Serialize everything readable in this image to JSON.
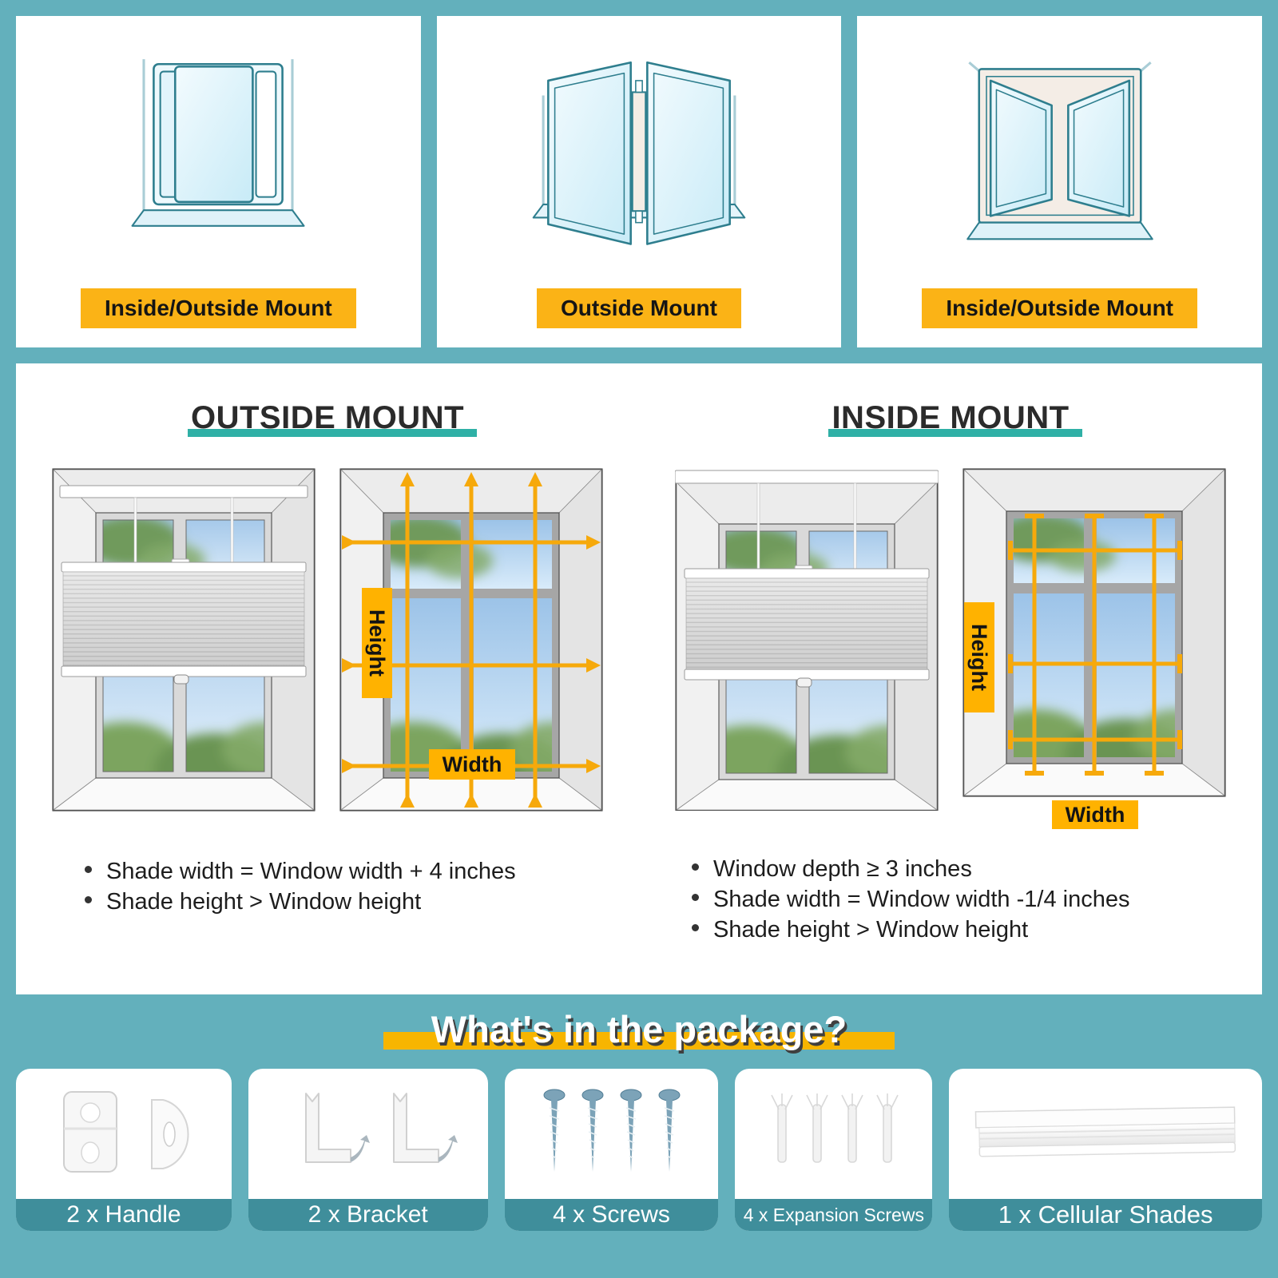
{
  "colors": {
    "background_teal": "#63b0bc",
    "card_footer_teal": "#3f8e9b",
    "label_yellow": "#fbb316",
    "arrow_orange": "#f6a90b",
    "title_underline_teal": "#2fb0a6",
    "package_underline_yellow": "#f7b500"
  },
  "top_row": {
    "panels": [
      {
        "icon": "sliding-window-icon",
        "label": "Inside/Outside Mount"
      },
      {
        "icon": "casement-outward-icon",
        "label": "Outside Mount"
      },
      {
        "icon": "casement-inward-icon",
        "label": "Inside/Outside Mount"
      }
    ]
  },
  "mount_sections": [
    {
      "title": "OUTSIDE MOUNT",
      "height_label": "Height",
      "width_label": "Width",
      "bullets": [
        "Shade width = Window width + 4 inches",
        "Shade height > Window height"
      ]
    },
    {
      "title": "INSIDE MOUNT",
      "height_label": "Height",
      "width_label": "Width",
      "bullets": [
        "Window depth ≥ 3 inches",
        "Shade width = Window width -1/4 inches",
        "Shade height > Window height"
      ]
    }
  ],
  "package": {
    "title": "What's in the package?",
    "items": [
      {
        "icon": "handle-image",
        "label": "2 x Handle"
      },
      {
        "icon": "bracket-image",
        "label": "2 x Bracket"
      },
      {
        "icon": "screws-image",
        "label": "4 x Screws"
      },
      {
        "icon": "expansion-screws-image",
        "label": "4 x Expansion Screws"
      },
      {
        "icon": "cellular-shades-image",
        "label": "1 x Cellular Shades"
      }
    ]
  }
}
